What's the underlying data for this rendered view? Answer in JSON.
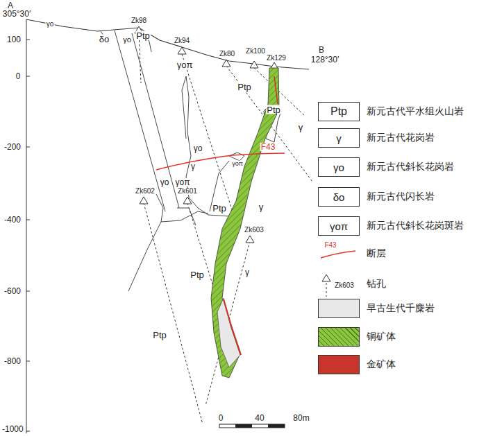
{
  "diagram": {
    "labels": [
      "A",
      "305°30′",
      "100",
      "0",
      "-200",
      "-400",
      "-600",
      "-800",
      "-1000",
      "Zk98",
      "Zk94",
      "Zk80",
      "Zk100",
      "Zk129",
      "B",
      "128°30′",
      "γo",
      "δo",
      "γo",
      "Ptp",
      "γoπ",
      "Ptp",
      "Ptp",
      "γ",
      "γo",
      "γ",
      "γo",
      "γoπ",
      "γoπ",
      "F43",
      "Zk602",
      "Zk601",
      "Ptp",
      "γ",
      "Zk603",
      "γ",
      "Ptp",
      "Ptp",
      "0",
      "40",
      "80m",
      "Ptp",
      "γ",
      "γo",
      "δo",
      "γoπ",
      "F43",
      "Zk603"
    ],
    "legend": [
      {
        "text": "新元古代平水组火山岩"
      },
      {
        "text": "新元古代花岗岩"
      },
      {
        "text": "新元古代斜长花岗岩"
      },
      {
        "text": "新元古代闪长岩"
      },
      {
        "text": "新元古代斜长花岗斑岩"
      },
      {
        "text": "断层"
      },
      {
        "text": "钻孔"
      },
      {
        "text": "早古生代千麋岩",
        "color": "#e8e8e8"
      },
      {
        "text": "铜矿体",
        "color": "#8cc63e"
      },
      {
        "text": "金矿体",
        "color": "#c8352b"
      }
    ]
  }
}
